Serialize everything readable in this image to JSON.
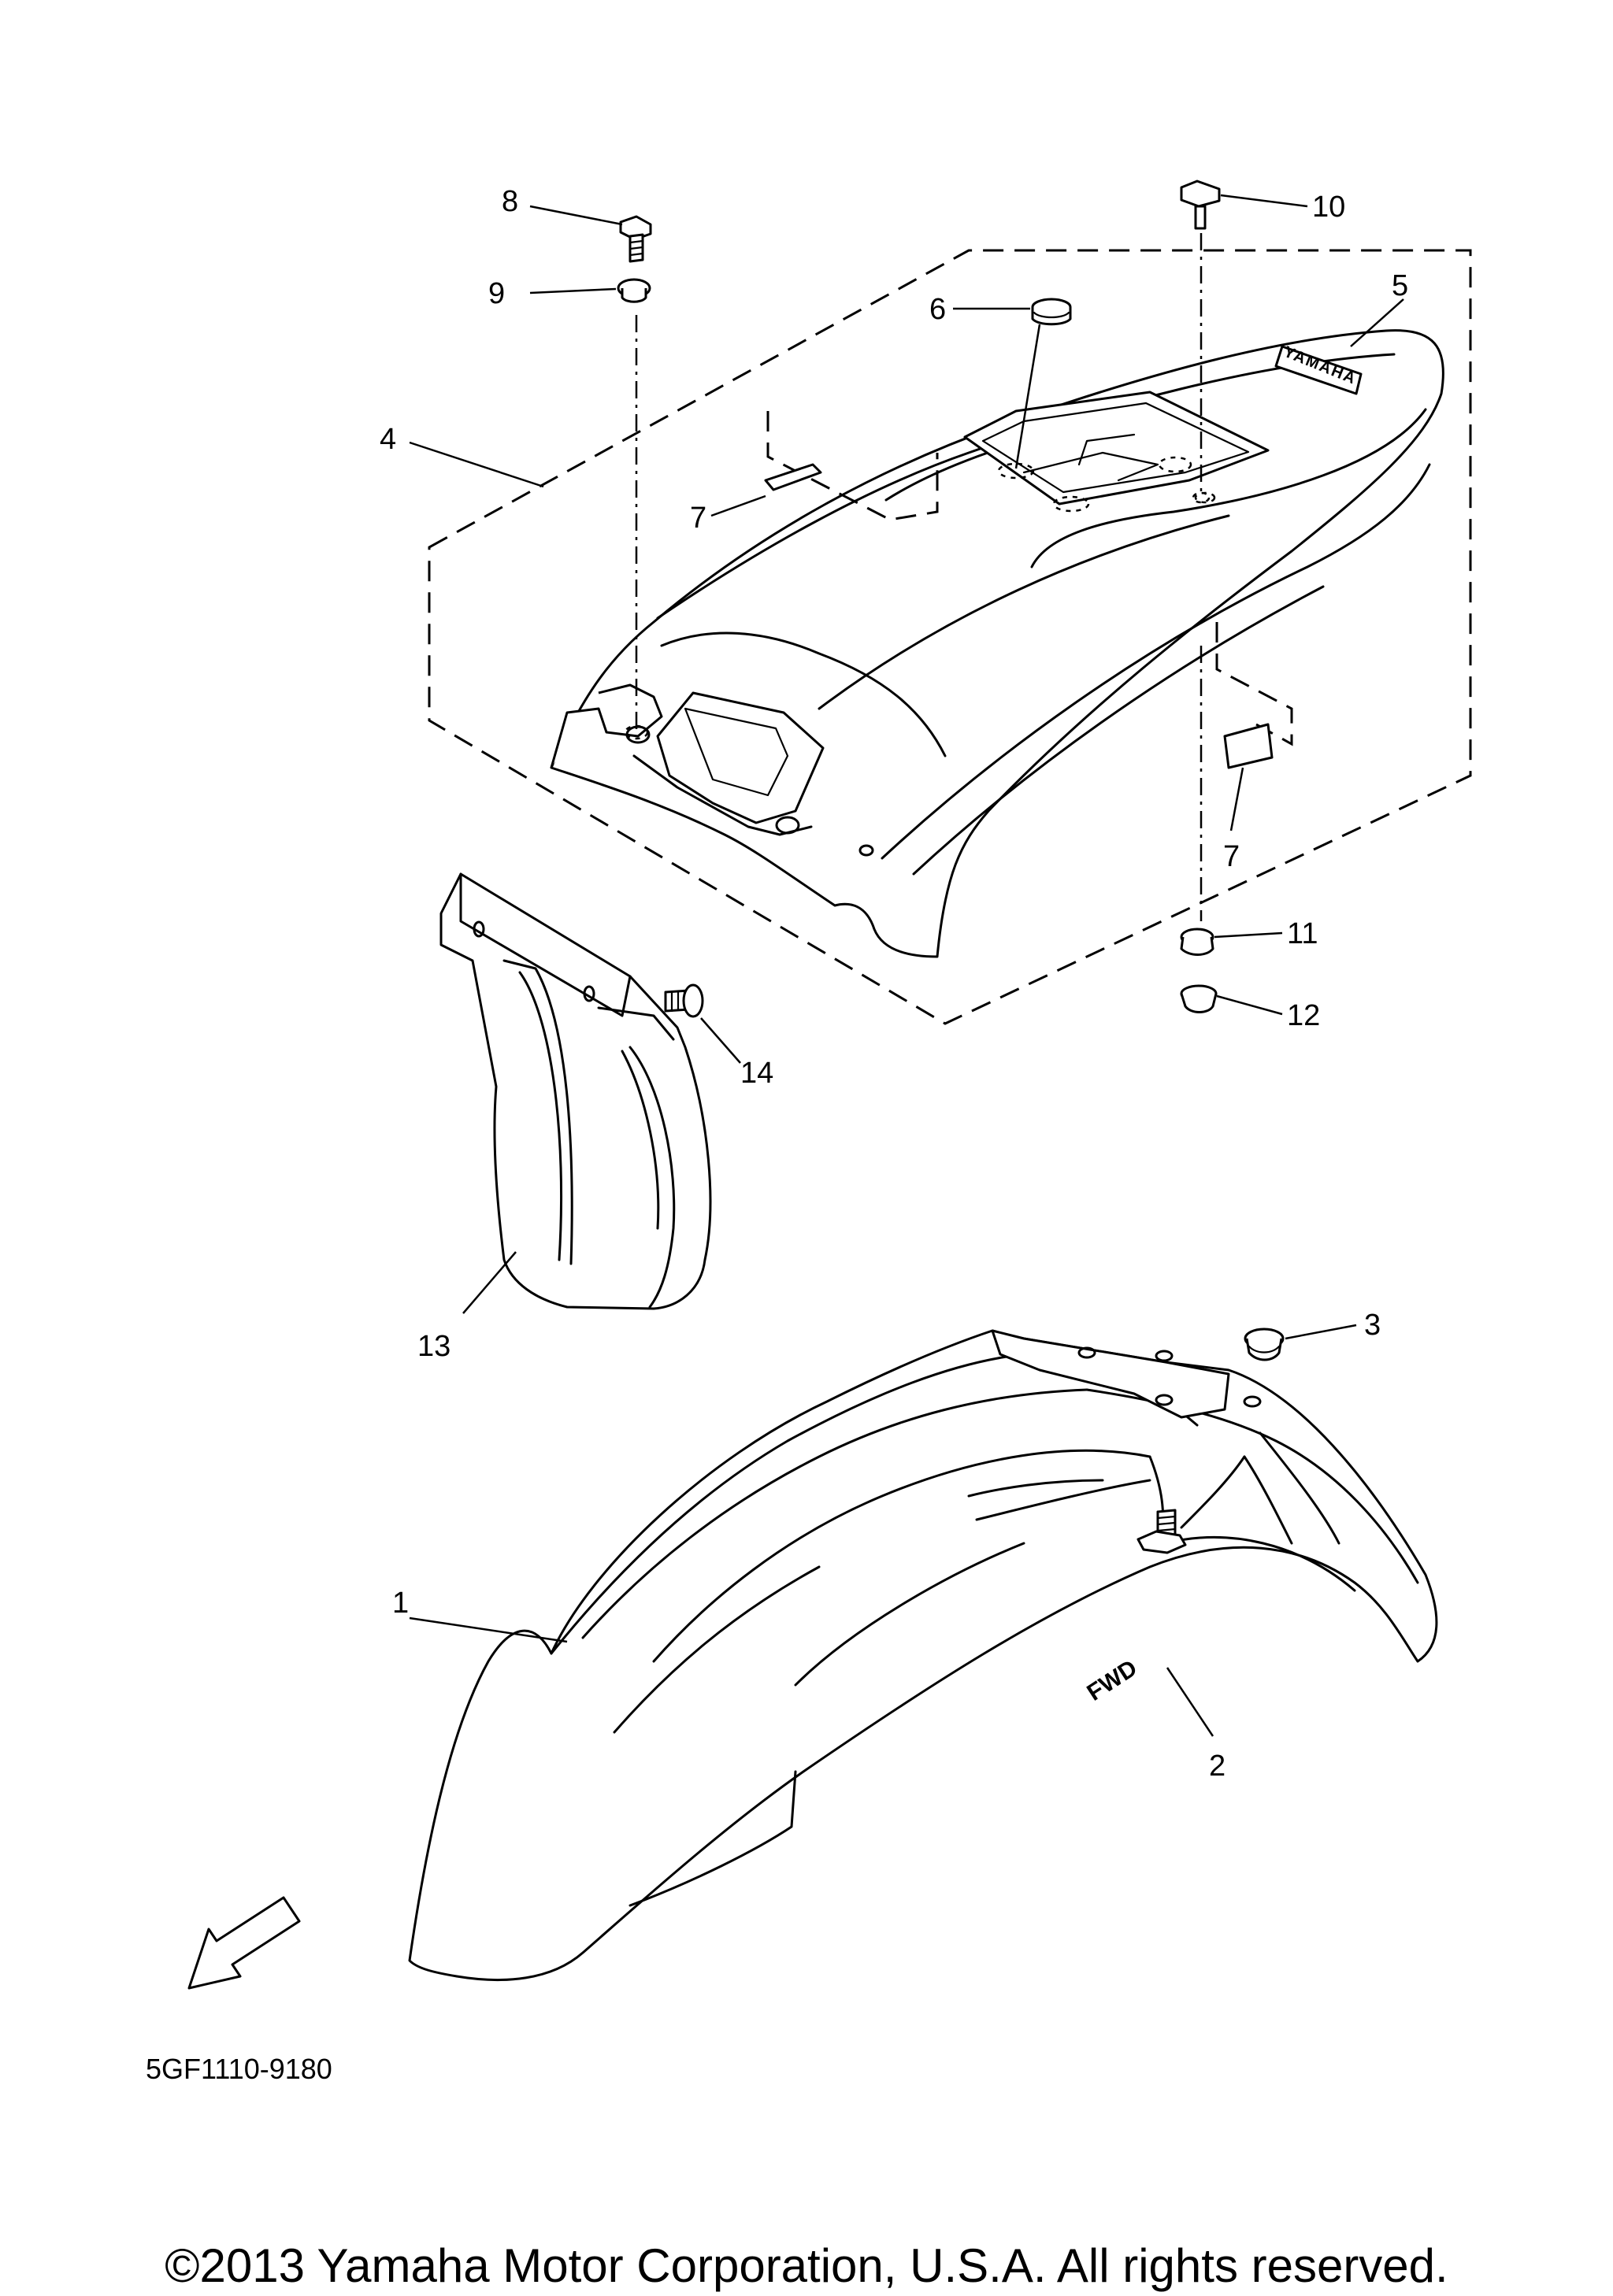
{
  "callouts": [
    {
      "id": "1",
      "label": "1"
    },
    {
      "id": "2",
      "label": "2"
    },
    {
      "id": "3",
      "label": "3"
    },
    {
      "id": "4",
      "label": "4"
    },
    {
      "id": "5",
      "label": "5"
    },
    {
      "id": "6",
      "label": "6"
    },
    {
      "id": "7a",
      "label": "7"
    },
    {
      "id": "7b",
      "label": "7"
    },
    {
      "id": "8",
      "label": "8"
    },
    {
      "id": "9",
      "label": "9"
    },
    {
      "id": "10",
      "label": "10"
    },
    {
      "id": "11",
      "label": "11"
    },
    {
      "id": "12",
      "label": "12"
    },
    {
      "id": "13",
      "label": "13"
    },
    {
      "id": "14",
      "label": "14"
    }
  ],
  "fender_logo_text": "YAMAHA",
  "fwd_arrow_text": "FWD",
  "part_code": "5GF1110-9180",
  "copyright": "©2013 Yamaha Motor Corporation, U.S.A. All rights reserved."
}
